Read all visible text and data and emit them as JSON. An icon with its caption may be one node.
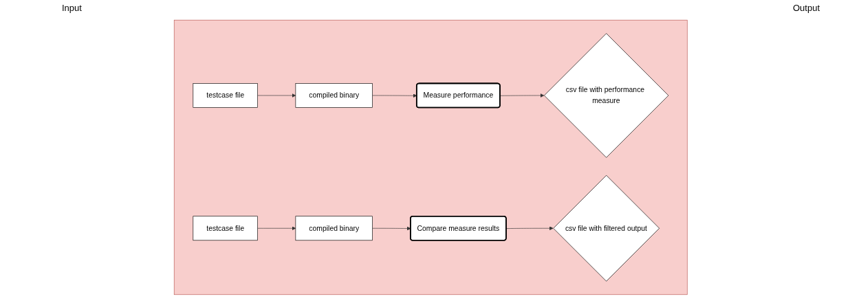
{
  "diagram": {
    "nodes": [
      {
        "text": [],
        "shape": "box"
      },
      {
        "text": [
          "testcase file"
        ],
        "in": 0
      },
      {
        "text": [
          "compiled binary"
        ],
        "in": 0
      },
      {
        "text": [
          "Measure performance"
        ],
        "in": 0
      },
      {
        "text": [
          "csv file with performance measure"
        ],
        "in": 0
      },
      {
        "text": [
          "testcase file"
        ],
        "in": 0
      },
      {
        "text": [
          "compiled binary"
        ],
        "in": 0
      },
      {
        "text": [
          "Compare measure results"
        ],
        "in": 0
      },
      {
        "text": [
          "csv file with filtered output"
        ],
        "in": 0
      }
    ],
    "edges": [
      {
        "from": 1,
        "to": 2,
        "arrow": "to"
      },
      {
        "from": 2,
        "to": 3,
        "arrow": "to"
      },
      {
        "from": 3,
        "to": 4,
        "arrow": "to"
      },
      {
        "from": 5,
        "to": 6,
        "arrow": "to"
      },
      {
        "from": 6,
        "to": 7,
        "arrow": "to"
      },
      {
        "from": 7,
        "to": 8,
        "arrow": "to"
      }
    ],
    "labels": [
      "Input",
      "Output"
    ]
  }
}
